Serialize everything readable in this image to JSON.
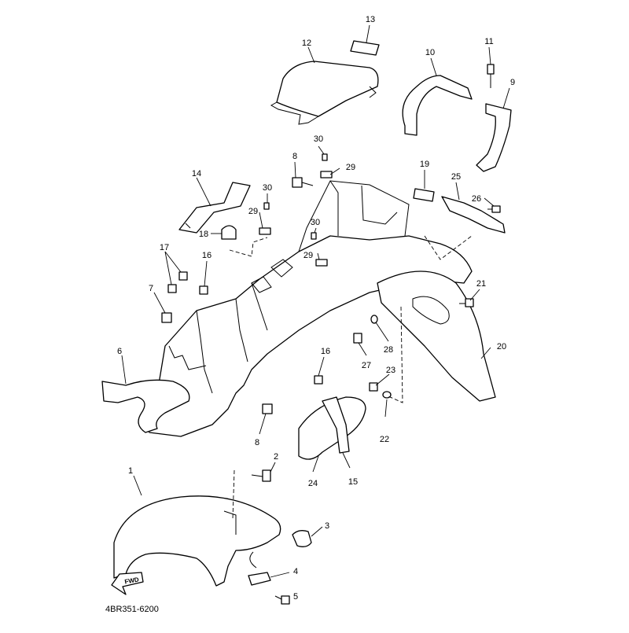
{
  "diagram_code": "4BR351-6200",
  "fwd_label": "FWD",
  "callouts": [
    "1",
    "2",
    "3",
    "4",
    "5",
    "6",
    "7",
    "8",
    "9",
    "10",
    "11",
    "12",
    "13",
    "14",
    "15",
    "16",
    "17",
    "18",
    "19",
    "20",
    "21",
    "22",
    "23",
    "24",
    "25",
    "26",
    "27",
    "28",
    "29",
    "30"
  ]
}
